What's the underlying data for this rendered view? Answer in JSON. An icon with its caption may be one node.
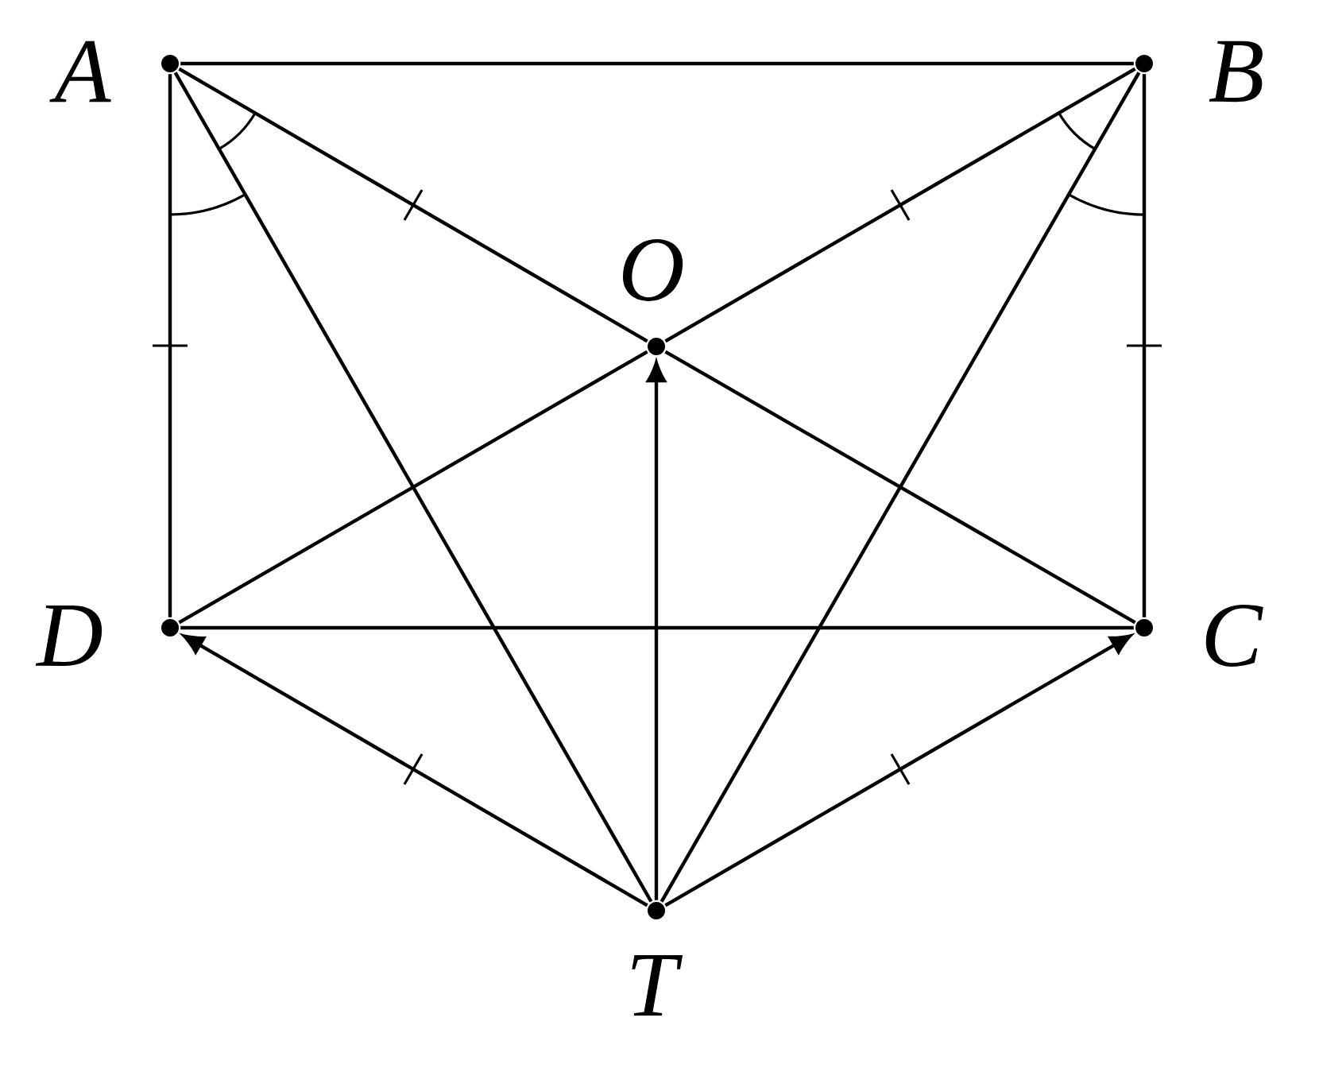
{
  "diagram": {
    "nodes": [
      {
        "text": [],
        "shape": "circle",
        "beside": [
          "A"
        ]
      },
      {
        "text": [],
        "shape": "circle",
        "beside": [
          "B"
        ]
      },
      {
        "text": [],
        "shape": "circle",
        "beside": [
          "O"
        ]
      },
      {
        "text": [],
        "shape": "circle",
        "beside": [
          "D"
        ]
      },
      {
        "text": [],
        "shape": "circle",
        "beside": [
          "C"
        ]
      },
      {
        "text": [],
        "shape": "circle",
        "beside": [
          "T"
        ]
      }
    ],
    "edges": [
      {
        "from": 0,
        "to": 1,
        "arrow": "none"
      },
      {
        "from": 0,
        "to": 3,
        "arrow": "none"
      },
      {
        "from": 1,
        "to": 4,
        "arrow": "none"
      },
      {
        "from": 3,
        "to": 4,
        "arrow": "none"
      },
      {
        "from": 0,
        "to": 2,
        "arrow": "none"
      },
      {
        "from": 1,
        "to": 2,
        "arrow": "none"
      },
      {
        "from": 2,
        "to": 3,
        "arrow": "none"
      },
      {
        "from": 2,
        "to": 4,
        "arrow": "none"
      },
      {
        "from": 0,
        "to": 5,
        "arrow": "none"
      },
      {
        "from": 1,
        "to": 5,
        "arrow": "none"
      },
      {
        "from": 5,
        "to": 2,
        "arrow": "to"
      },
      {
        "from": 5,
        "to": 3,
        "arrow": "to"
      },
      {
        "from": 5,
        "to": 4,
        "arrow": "to"
      }
    ]
  }
}
